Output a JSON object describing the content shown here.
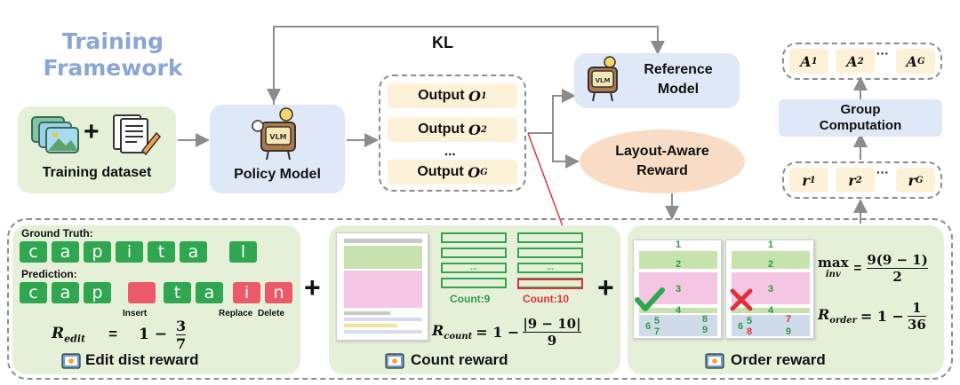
{
  "title": {
    "line1": "Training",
    "line2": "Framework"
  },
  "kl": "KL",
  "training_dataset": "Training dataset",
  "policy_model": "Policy Model",
  "vlm_badge": "VLM",
  "reference_model": {
    "line1": "Reference",
    "line2": "Model"
  },
  "outputs": [
    {
      "label": "Output",
      "sym": "O",
      "sub": "1"
    },
    {
      "label": "Output",
      "sym": "O",
      "sub": "2"
    },
    {
      "label": "Output",
      "sym": "O",
      "sub": "G"
    }
  ],
  "outputs_ellipsis": "...",
  "layout_reward": {
    "line1": "Layout-Aware",
    "line2": "Reward"
  },
  "advantages": [
    {
      "sym": "A",
      "sub": "1"
    },
    {
      "sym": "A",
      "sub": "2"
    },
    {
      "sym": "A",
      "sub": "G"
    }
  ],
  "rewards": [
    {
      "sym": "r",
      "sub": "1"
    },
    {
      "sym": "r",
      "sub": "2"
    },
    {
      "sym": "r",
      "sub": "G"
    }
  ],
  "dots": "···",
  "group_computation": {
    "line1": "Group",
    "line2": "Computation"
  },
  "edit": {
    "ground_truth_label": "Ground Truth:",
    "ground_truth_letters": [
      "c",
      "a",
      "p",
      "i",
      "t",
      "a",
      "l"
    ],
    "prediction_label": "Prediction:",
    "prediction_letters": [
      "c",
      "a",
      "p",
      "",
      "t",
      "a",
      "i",
      "n"
    ],
    "insert_label": "Insert",
    "replace_label": "Replace",
    "delete_label": "Delete",
    "formula_lhs": "R",
    "formula_sub": "edit",
    "formula_eq": "=",
    "formula_one": "1 −",
    "formula_num": "3",
    "formula_den": "7",
    "reward_label": "Edit dist reward"
  },
  "count": {
    "box_text": "...",
    "count_left": "Count:9",
    "count_right": "Count:10",
    "formula_lhs": "R",
    "formula_sub": "count",
    "formula_one": "= 1 −",
    "formula_num": "|9 − 10|",
    "formula_den": "9",
    "reward_label": "Count reward"
  },
  "order": {
    "left_numbers": [
      "1",
      "2",
      "3",
      "4",
      "5",
      "6",
      "8",
      "9",
      "7"
    ],
    "right_numbers": [
      "1",
      "2",
      "3",
      "4",
      "5",
      "6",
      "7",
      "8",
      "9"
    ],
    "max_text": "max",
    "max_sub": "inv",
    "max_eq": "=",
    "max_num": "9(9 − 1)",
    "max_den": "2",
    "formula_lhs": "R",
    "formula_sub": "order",
    "formula_one": "= 1 −",
    "formula_num": "1",
    "formula_den": "36",
    "reward_label": "Order reward"
  },
  "plus": "+",
  "colors": {
    "green": "#2fa64f",
    "red": "#ec5a6a",
    "title": "#8aa5d6",
    "cell": "#fdf1d8"
  }
}
